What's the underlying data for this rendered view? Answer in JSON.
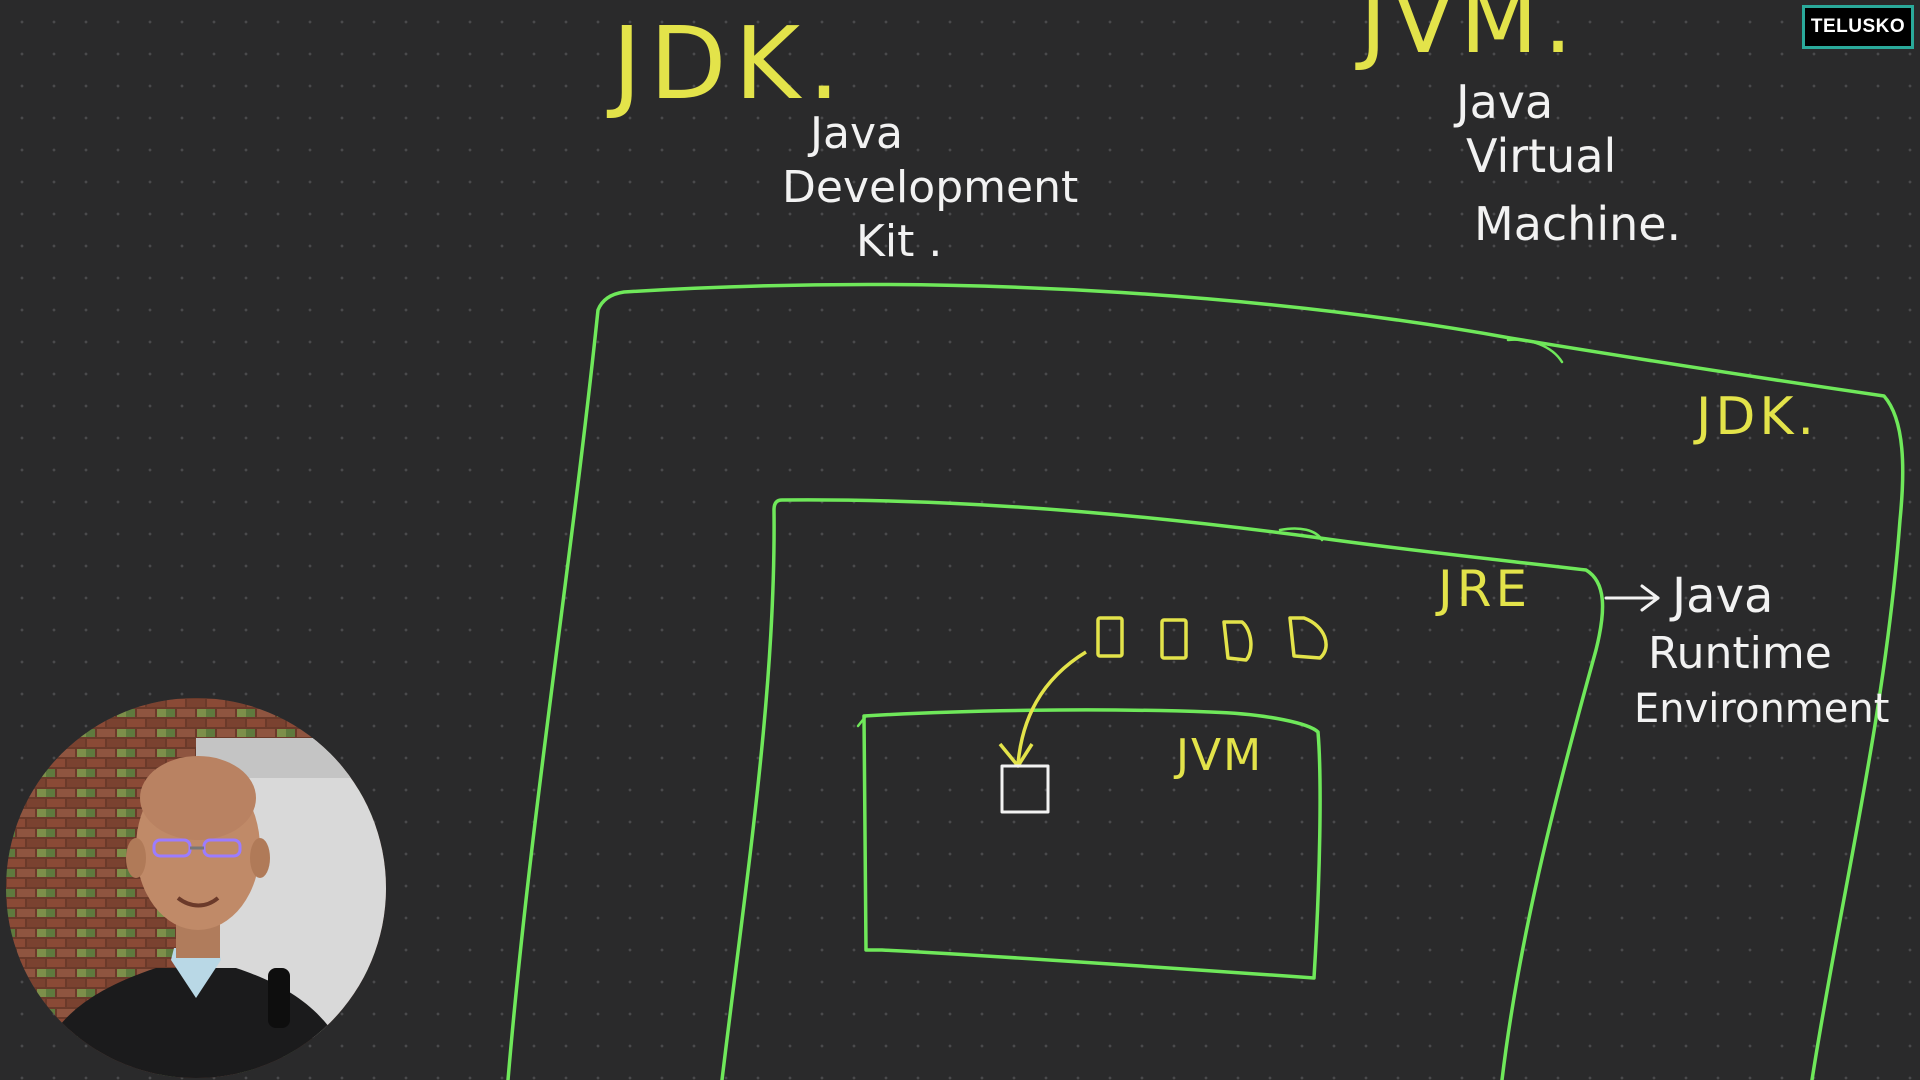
{
  "logo": {
    "text": "TELUSKO"
  },
  "top_left": {
    "heading": "JDK.",
    "line1": "Java",
    "line2": "Development",
    "line3": "Kit ."
  },
  "top_right": {
    "heading": "JVM.",
    "line1": "Java",
    "line2": "Virtual",
    "line3": "Machine."
  },
  "diagram": {
    "outer_box_label": "JDK.",
    "middle_box_label": "JRE",
    "inner_box_label": "JVM",
    "jre_expansion": {
      "line1": "Java",
      "line2": "Runtime",
      "line3": "Environment"
    }
  },
  "colors": {
    "background": "#2a2a2b",
    "grid_dot": "#4a4a4c",
    "box_stroke": "#6fe85a",
    "label_yellow": "#e3e34a",
    "text_white": "#f2f2f2",
    "logo_border": "#2aa99a"
  }
}
